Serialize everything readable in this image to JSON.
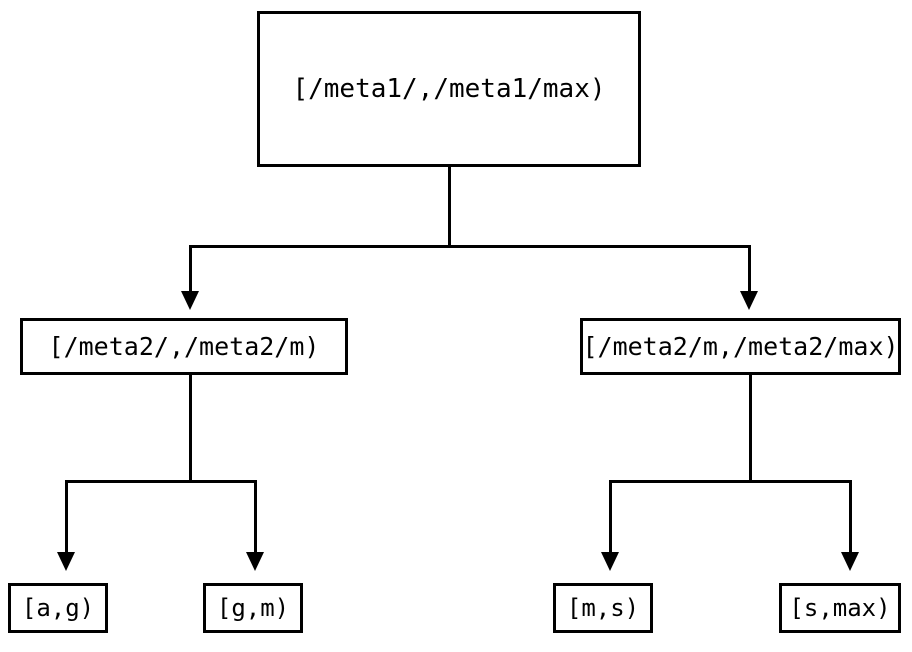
{
  "diagram": {
    "type": "tree",
    "title": "",
    "background_color": "#ffffff",
    "line_color": "#000000",
    "text_color": "#000000",
    "levels": 3,
    "root": {
      "label": "[/meta1/,/meta1/max)"
    },
    "mid": [
      {
        "label": "[/meta2/,/meta2/m)"
      },
      {
        "label": "[/meta2/m,/meta2/max)"
      }
    ],
    "leaves": [
      {
        "label": "[a,g)"
      },
      {
        "label": "[g,m)"
      },
      {
        "label": "[m,s)"
      },
      {
        "label": "[s,max)"
      }
    ],
    "edges": [
      {
        "from": "[/meta1/,/meta1/max)",
        "to": "[/meta2/,/meta2/m)"
      },
      {
        "from": "[/meta1/,/meta1/max)",
        "to": "[/meta2/m,/meta2/max)"
      },
      {
        "from": "[/meta2/,/meta2/m)",
        "to": "[a,g)"
      },
      {
        "from": "[/meta2/,/meta2/m)",
        "to": "[g,m)"
      },
      {
        "from": "[/meta2/m,/meta2/max)",
        "to": "[m,s)"
      },
      {
        "from": "[/meta2/m,/meta2/max)",
        "to": "[s,max)"
      }
    ]
  }
}
